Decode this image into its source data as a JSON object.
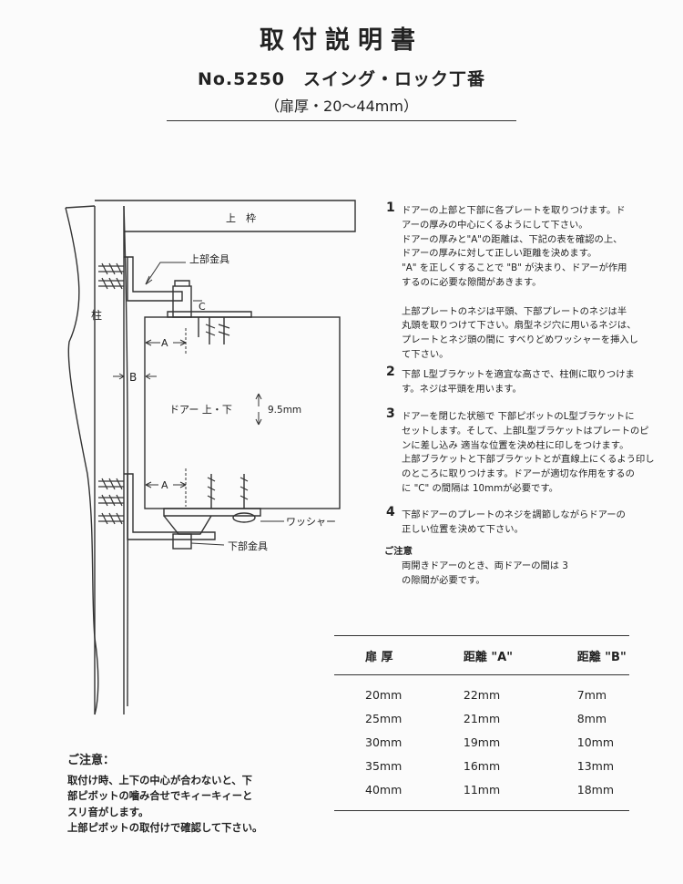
{
  "header": {
    "title": "取付説明書",
    "subtitle": "No.5250　スイング・ロック丁番",
    "thickness": "（扉厚・20〜44mm）"
  },
  "diagram": {
    "labels": {
      "upper_frame": "上　枠",
      "pillar": "柱",
      "upper_fitting": "上部金具",
      "lower_fitting": "下部金具",
      "washer": "ワッシャー",
      "door": "ドアー 上・下",
      "door_gap": "9.5mm",
      "dim_a_top": "A",
      "dim_a_bottom": "A",
      "dim_b": "B",
      "dim_c": "C"
    }
  },
  "steps": [
    {
      "num": "1",
      "lines": [
        "ドアーの上部と下部に各プレートを取りつけます。ド",
        "アーの厚みの中心にくるようにして下さい。",
        "ドアーの厚みと\"A\"の距離は、下記の表を確認の上、",
        "ドアーの厚みに対して正しい距離を決めます。",
        "\"A\" を正しくすることで \"B\" が決まり、ドアーが作用",
        "するのに必要な隙間があきます。",
        "",
        "上部プレートのネジは平頭、下部プレートのネジは半",
        "丸頭を取りつけて下さい。扇型ネジ穴に用いるネジは、",
        "プレートとネジ頭の間に すべりどめワッシャーを挿入し",
        "て下さい。"
      ]
    },
    {
      "num": "2",
      "lines": [
        "下部 L型ブラケットを適宜な高さで、柱側に取りつけま",
        "す。ネジは平頭を用います。"
      ]
    },
    {
      "num": "3",
      "lines": [
        "ドアーを閉じた状態で 下部ピボットのL型ブラケットに",
        "セットします。そして、上部L型ブラケットはプレートのピ",
        "ンに差し込み 適当な位置を決め柱に印しをつけます。",
        "上部ブラケットと下部ブラケットとが直線上にくるよう印し",
        "のところに取りつけます。ドアーが適切な作用をするの",
        "に \"C\" の間隔は 10mmが必要です。"
      ]
    },
    {
      "num": "4",
      "lines": [
        "下部ドアーのプレートのネジを調節しながらドアーの",
        "正しい位置を決めて下さい。"
      ]
    }
  ],
  "caution_right": {
    "heading": "ご注意",
    "lines": [
      "両開きドアーのとき、両ドアーの間は 3",
      "の隙間が必要です。"
    ]
  },
  "table": {
    "headers": [
      "扉 厚",
      "距離 \"A\"",
      "距離 \"B\""
    ],
    "rows": [
      [
        "20mm",
        "22mm",
        "7mm"
      ],
      [
        "25mm",
        "21mm",
        "8mm"
      ],
      [
        "30mm",
        "19mm",
        "10mm"
      ],
      [
        "35mm",
        "16mm",
        "13mm"
      ],
      [
        "40mm",
        "11mm",
        "18mm"
      ]
    ]
  },
  "caution_left": {
    "heading": "ご注意：",
    "lines": [
      "取付け時、上下の中心が合わないと、下",
      "部ピボットの噛み合せでキィーキィーと",
      "スリ音がします。",
      "上部ピボットの取付けで確認して下さい。"
    ]
  }
}
